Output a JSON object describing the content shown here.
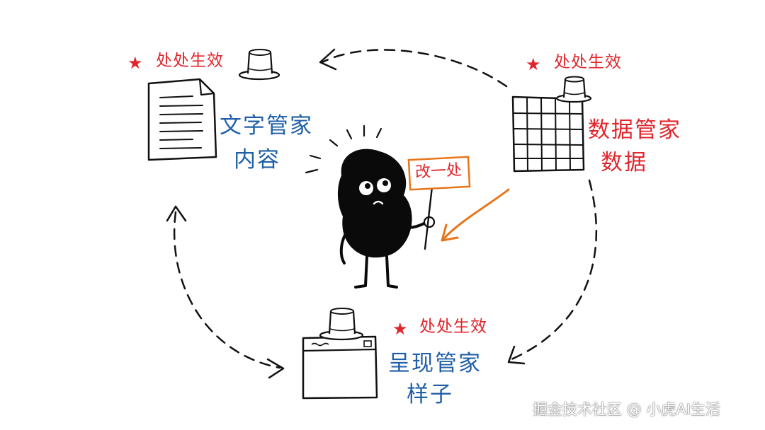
{
  "diagram": {
    "star_symbol": "★",
    "badge_text": "处处生效",
    "sign_text": "改一处",
    "content_node": {
      "title": "文字管家",
      "subtitle": "内容",
      "icon": "document-icon"
    },
    "data_node": {
      "title": "数据管家",
      "subtitle": "数据",
      "icon": "spreadsheet-icon"
    },
    "style_node": {
      "title": "呈现管家",
      "subtitle": "样子",
      "icon": "browser-window-icon"
    },
    "colors": {
      "content_text": "#1f5fa8",
      "data_text": "#e0262d",
      "style_text": "#1f5fa8",
      "star": "#e0262d",
      "sign": "#e0262d",
      "sign_border": "#e8751a",
      "arrow_orange": "#e8751a",
      "ink": "#111111"
    }
  },
  "watermark": "掘金技术社区 @ 小虎AI生活"
}
